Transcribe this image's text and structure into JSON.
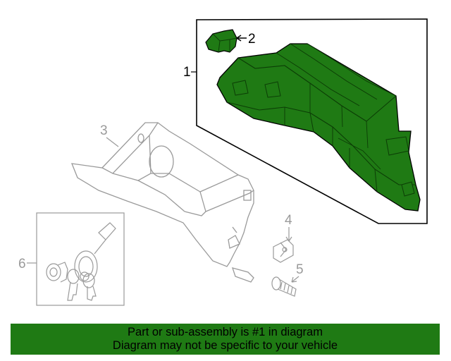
{
  "callouts": {
    "c1": "1",
    "c2": "2",
    "c3": "3",
    "c4": "4",
    "c5": "5",
    "c6": "6"
  },
  "colors": {
    "highlight_fill": "#1f7a14",
    "highlight_dark": "#0c3d06",
    "outline": "#000000",
    "gray_outline": "#9a9a9a",
    "banner": "#1f7a14"
  },
  "banner": {
    "line1": "Part or sub-assembly is #1 in diagram",
    "line2": "Diagram may not be specific to your vehicle"
  }
}
